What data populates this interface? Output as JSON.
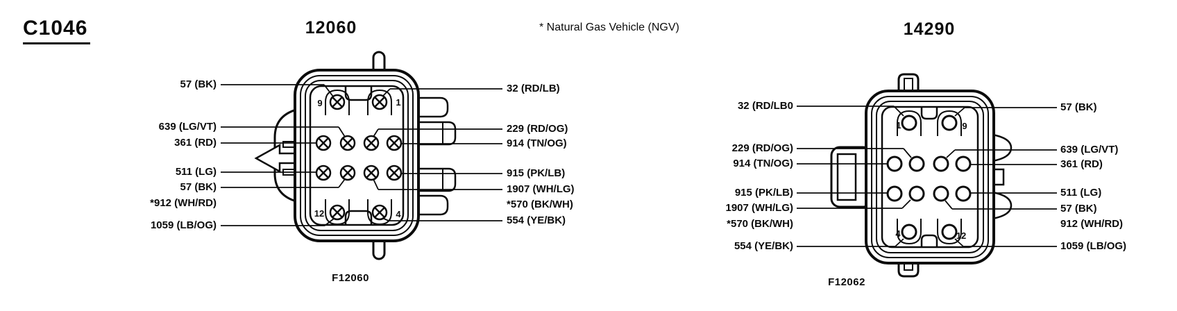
{
  "page": {
    "connector_id": "C1046",
    "note": "* Natural Gas Vehicle (NGV)"
  },
  "colors": {
    "ink": "#0b0b0b",
    "background": "#ffffff"
  },
  "connectors": [
    {
      "part_number": "12060",
      "figure_caption": "F12060",
      "pin_style": "circle-x",
      "pin_labels": [
        "9",
        "1",
        "12",
        "4"
      ],
      "left_labels": [
        "57 (BK)",
        "639 (LG/VT)",
        "361 (RD)",
        "511 (LG)",
        "57 (BK)",
        "*912 (WH/RD)",
        "1059 (LB/OG)"
      ],
      "right_labels": [
        "32 (RD/LB)",
        "229 (RD/OG)",
        "914 (TN/OG)",
        "915 (PK/LB)",
        "1907 (WH/LG)",
        "*570 (BK/WH)",
        "554 (YE/BK)"
      ]
    },
    {
      "part_number": "14290",
      "figure_caption": "F12062",
      "pin_style": "circle",
      "pin_labels": [
        "1",
        "9",
        "4",
        "12"
      ],
      "left_labels": [
        "32 (RD/LB0",
        "229 (RD/OG)",
        "914 (TN/OG)",
        "915 (PK/LB)",
        "1907 (WH/LG)",
        "*570 (BK/WH)",
        "554 (YE/BK)"
      ],
      "right_labels": [
        "57 (BK)",
        "639 (LG/VT)",
        "361 (RD)",
        "511 (LG)",
        "57 (BK)",
        "912 (WH/RD)",
        "1059 (LB/OG)"
      ]
    }
  ]
}
